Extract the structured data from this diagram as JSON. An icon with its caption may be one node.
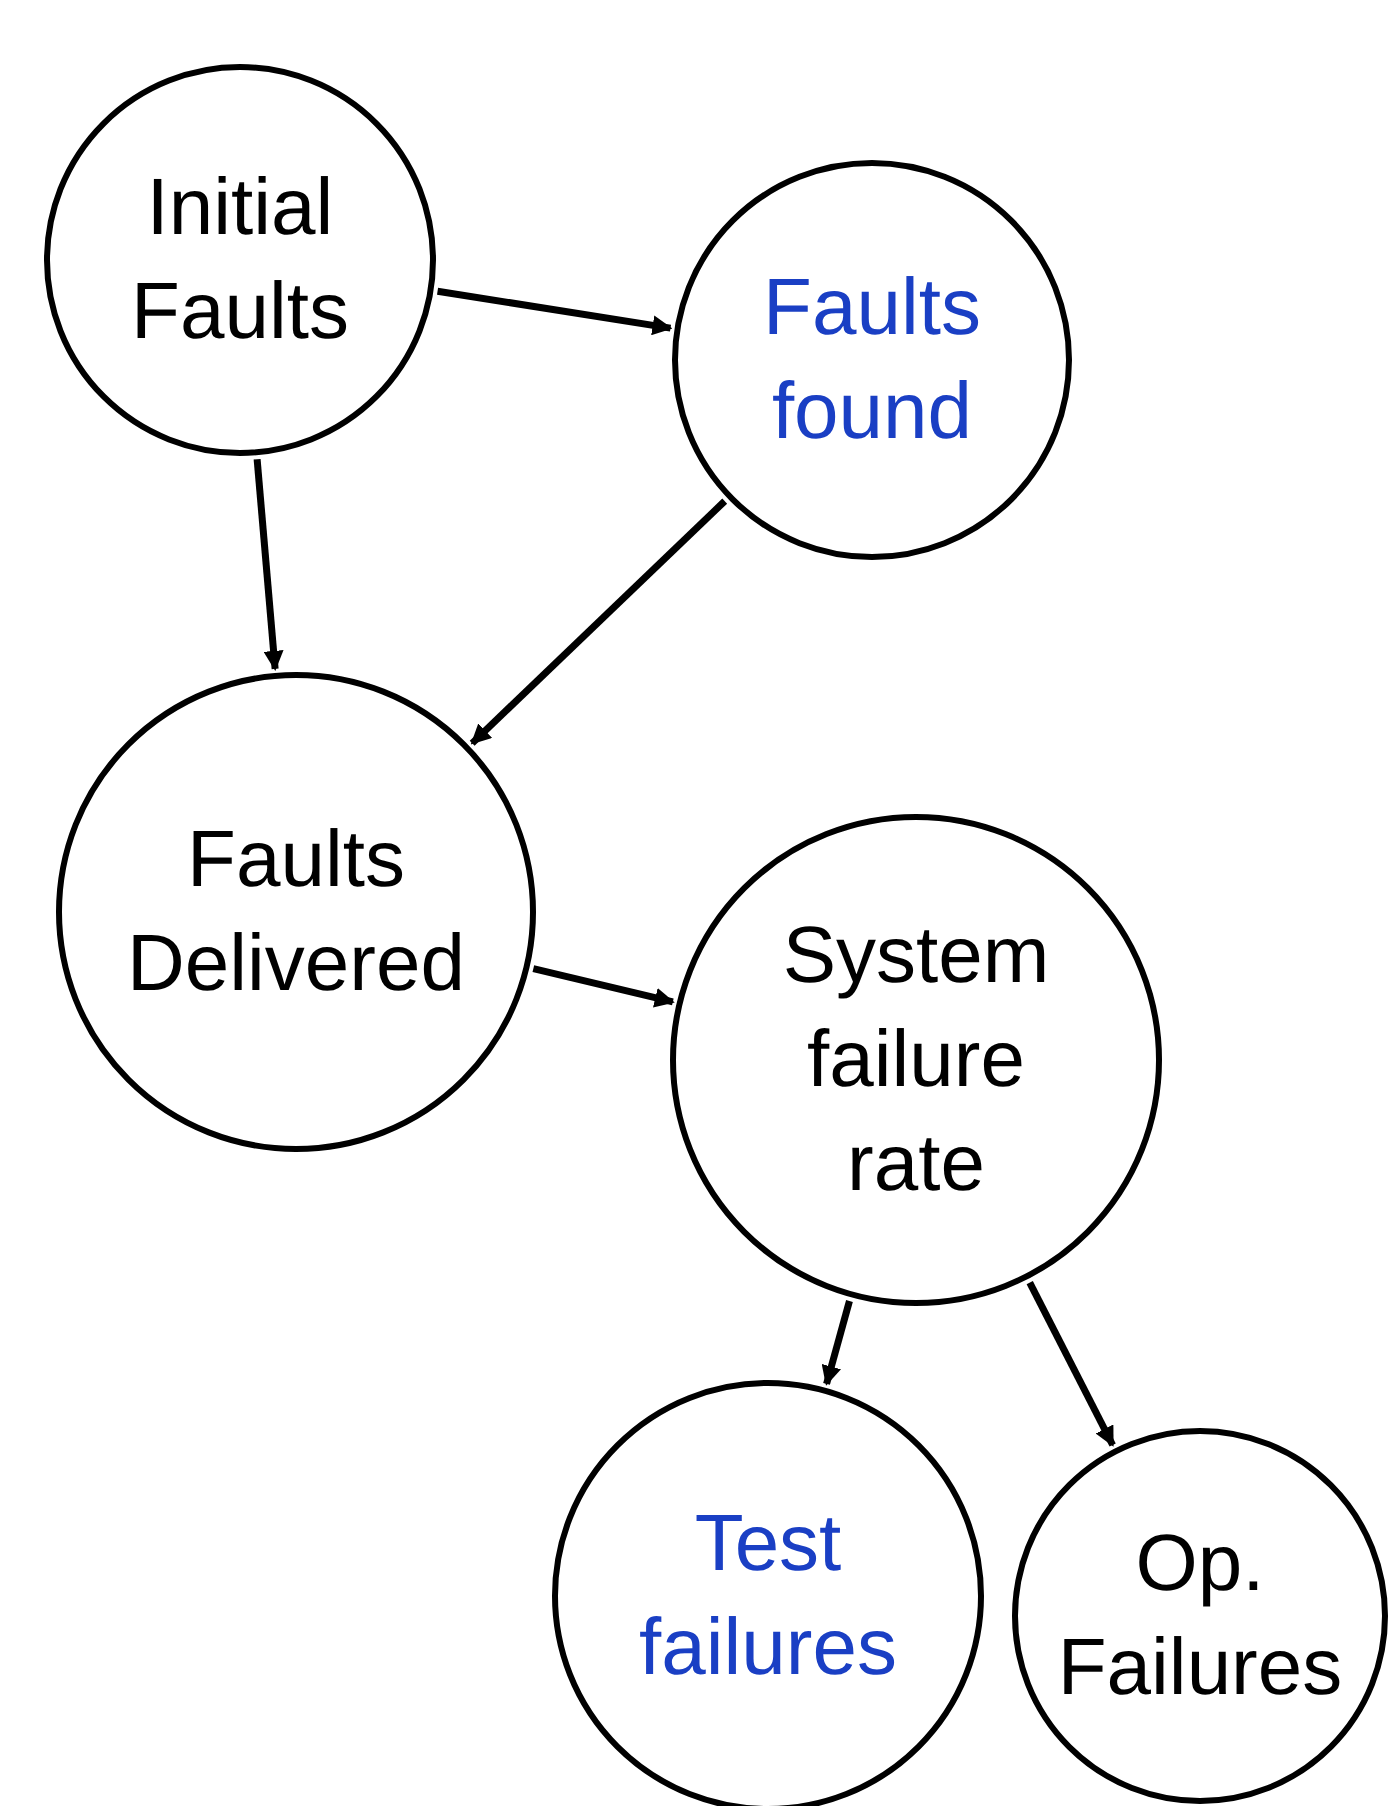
{
  "diagram": {
    "nodes": [
      {
        "text": [
          "Initial Faults"
        ]
      },
      {
        "text": [
          "Faults found"
        ]
      },
      {
        "text": [
          "Faults Delivered"
        ]
      },
      {
        "text": [
          "System failure rate"
        ]
      },
      {
        "text": [
          "Test failures"
        ]
      },
      {
        "text": [
          "Op. Failures"
        ]
      }
    ],
    "edges": [
      {
        "from": 0,
        "to": 1,
        "arrow": "to"
      },
      {
        "from": 0,
        "to": 2,
        "arrow": "to"
      },
      {
        "from": 1,
        "to": 2,
        "arrow": "to"
      },
      {
        "from": 2,
        "to": 3,
        "arrow": "to"
      },
      {
        "from": 3,
        "to": 4,
        "arrow": "to"
      },
      {
        "from": 3,
        "to": 5,
        "arrow": "to"
      }
    ]
  }
}
